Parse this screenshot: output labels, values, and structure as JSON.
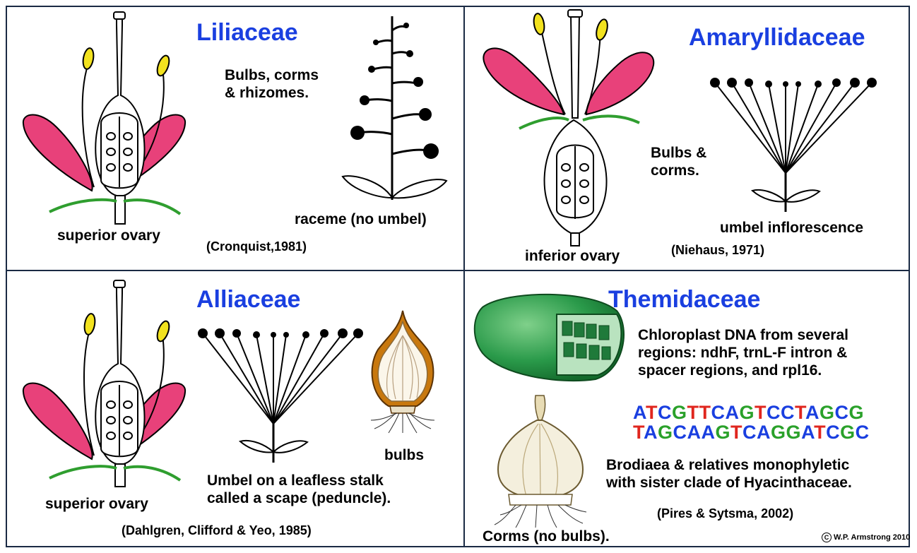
{
  "panels": {
    "liliaceae": {
      "title": "Liliaceae",
      "storage": "Bulbs, corms\n& rhizomes.",
      "ovary_label": "superior ovary",
      "inflorescence_label": "raceme (no umbel)",
      "citation": "(Cronquist,1981)"
    },
    "amaryllidaceae": {
      "title": "Amaryllidaceae",
      "storage": "Bulbs &\ncorms.",
      "ovary_label": "inferior ovary",
      "inflorescence_label": "umbel inflorescence",
      "citation": "(Niehaus, 1971)"
    },
    "alliaceae": {
      "title": "Alliaceae",
      "ovary_label": "superior ovary",
      "bulb_label": "bulbs",
      "umbel_note": "Umbel on a leafless stalk\ncalled a scape (peduncle).",
      "citation": "(Dahlgren, Clifford & Yeo, 1985)"
    },
    "themidaceae": {
      "title": "Themidaceae",
      "dna_note": "Chloroplast DNA from several\nregions: ndhF, trnL-F intron &\nspacer regions, and rpl16.",
      "dna_seq_top": [
        "A",
        "T",
        "C",
        "G",
        "T",
        "T",
        "C",
        "A",
        "G",
        "T",
        "C",
        "C",
        "T",
        "A",
        "G",
        "C",
        "G"
      ],
      "dna_seq_bottom": [
        "T",
        "A",
        "G",
        "C",
        "A",
        "A",
        "G",
        "T",
        "C",
        "A",
        "G",
        "G",
        "A",
        "T",
        "C",
        "G",
        "C"
      ],
      "monophyly_note": "Brodiaea & relatives monophyletic\nwith sister clade of Hyacinthaceae.",
      "citation": "(Pires & Sytsma, 2002)",
      "corm_label": "Corms (no bulbs).",
      "credit": "W.P. Armstrong 2010"
    }
  },
  "colors": {
    "title": "#1a3fe0",
    "petal": "#e8417a",
    "anther": "#f2e21e",
    "sepal": "#2f9e2f",
    "base_A": "#1a3fe0",
    "base_T": "#e0261e",
    "base_C": "#1a3fe0",
    "base_G": "#2aa12a",
    "chloroplast": "#2a9a4a"
  }
}
